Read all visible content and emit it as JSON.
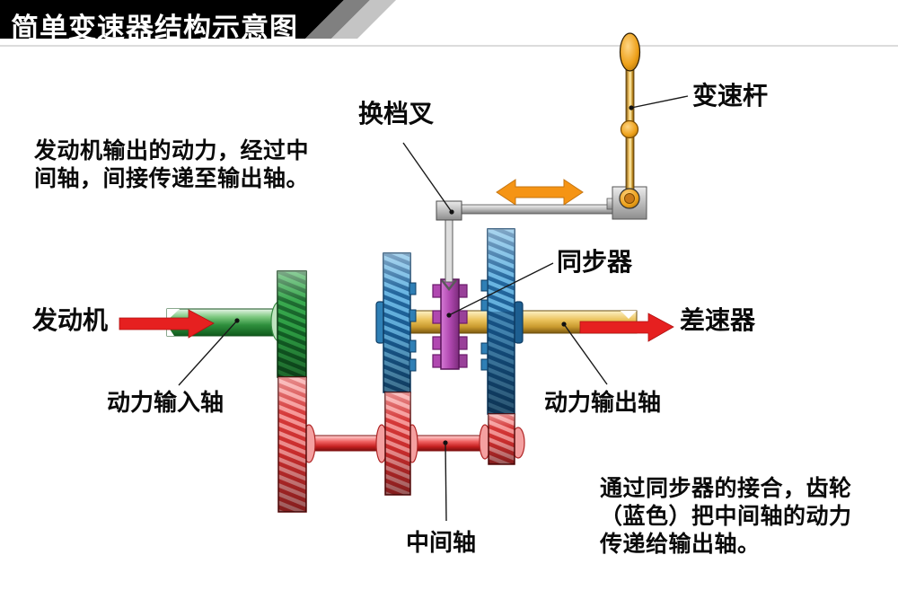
{
  "title": "简单变速器结构示意图",
  "paragraphs": {
    "left": "发动机输出的动力，经过中\n间轴，间接传递至输出轴。",
    "bottom_right": "通过同步器的接合，齿轮\n（蓝色）把中间轴的动力\n传递给输出轴。"
  },
  "labels": {
    "shift_fork": "换档叉",
    "gear_lever": "变速杆",
    "synchronizer": "同步器",
    "engine": "发动机",
    "differential": "差速器",
    "input_shaft": "动力输入轴",
    "output_shaft": "动力输出轴",
    "counter_shaft": "中间轴"
  },
  "colors": {
    "banner_black": "#000000",
    "banner_gray_dark": "#808080",
    "banner_gray_light": "#c4c4c4",
    "gear_green": "#2fa446",
    "gear_green_stripe": "#136527",
    "gear_red": "#f59090",
    "gear_red_stripe": "#d32f2f",
    "gear_blue": "#62b1e0",
    "gear_blue_stripe": "#1a6099",
    "gear_dark_blue": "#2a75ad",
    "synchronizer_purple": "#b048b0",
    "shaft_yellow": "#e3b94e",
    "shaft_red": "#d23030",
    "arrow_red": "#e62020",
    "arrow_orange": "#f59414",
    "lever_gold": "#e8a030"
  }
}
